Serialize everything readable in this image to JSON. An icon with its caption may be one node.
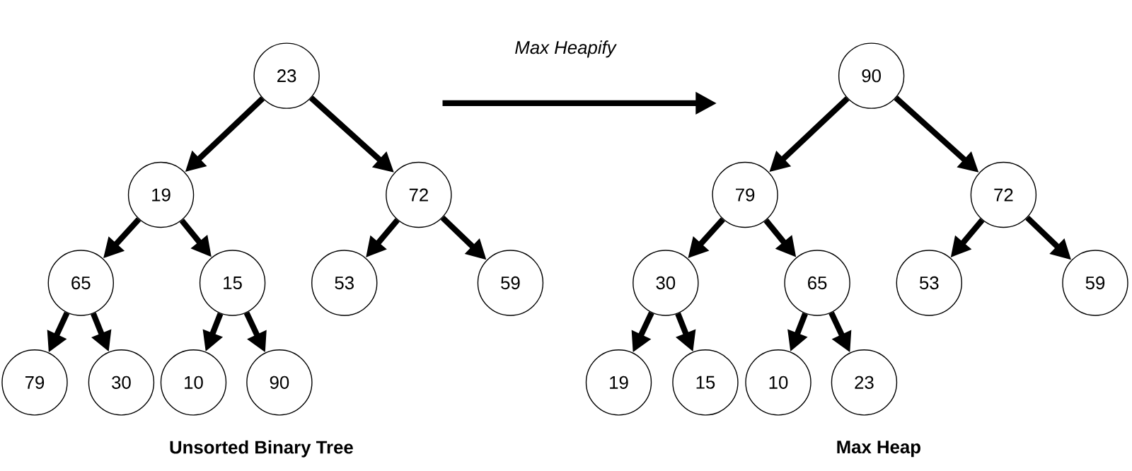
{
  "diagram": {
    "nodes": [
      {
        "text": [
          "23"
        ]
      },
      {
        "text": [
          "19"
        ]
      },
      {
        "text": [
          "72"
        ]
      },
      {
        "text": [
          "65"
        ]
      },
      {
        "text": [
          "15"
        ]
      },
      {
        "text": [
          "53"
        ]
      },
      {
        "text": [
          "59"
        ]
      },
      {
        "text": [
          "79"
        ]
      },
      {
        "text": [
          "30"
        ]
      },
      {
        "text": [
          "10"
        ]
      },
      {
        "text": [
          "90"
        ]
      },
      {
        "text": [
          "90"
        ]
      },
      {
        "text": [
          "79"
        ]
      },
      {
        "text": [
          "72"
        ]
      },
      {
        "text": [
          "30"
        ]
      },
      {
        "text": [
          "65"
        ]
      },
      {
        "text": [
          "53"
        ]
      },
      {
        "text": [
          "59"
        ]
      },
      {
        "text": [
          "19"
        ]
      },
      {
        "text": [
          "15"
        ]
      },
      {
        "text": [
          "10"
        ]
      },
      {
        "text": [
          "23"
        ]
      }
    ],
    "edges": [
      {
        "from": 0,
        "to": 1,
        "arrow": "to"
      },
      {
        "from": 0,
        "to": 2,
        "arrow": "to"
      },
      {
        "from": 1,
        "to": 3,
        "arrow": "to"
      },
      {
        "from": 1,
        "to": 4,
        "arrow": "to"
      },
      {
        "from": 2,
        "to": 5,
        "arrow": "to"
      },
      {
        "from": 2,
        "to": 6,
        "arrow": "to"
      },
      {
        "from": 3,
        "to": 7,
        "arrow": "to"
      },
      {
        "from": 3,
        "to": 8,
        "arrow": "to"
      },
      {
        "from": 4,
        "to": 9,
        "arrow": "to"
      },
      {
        "from": 4,
        "to": 10,
        "arrow": "to"
      },
      {
        "from": 11,
        "to": 12,
        "arrow": "to"
      },
      {
        "from": 11,
        "to": 13,
        "arrow": "to"
      },
      {
        "from": 12,
        "to": 14,
        "arrow": "to"
      },
      {
        "from": 12,
        "to": 15,
        "arrow": "to"
      },
      {
        "from": 13,
        "to": 16,
        "arrow": "to"
      },
      {
        "from": 13,
        "to": 17,
        "arrow": "to"
      },
      {
        "from": 14,
        "to": 18,
        "arrow": "to"
      },
      {
        "from": 14,
        "to": 19,
        "arrow": "to"
      },
      {
        "from": 15,
        "to": 20,
        "arrow": "to"
      },
      {
        "from": 15,
        "to": 21,
        "arrow": "to"
      }
    ],
    "labels": [
      "Max Heapify",
      "Unsorted Binary Tree",
      "Max Heap"
    ]
  }
}
